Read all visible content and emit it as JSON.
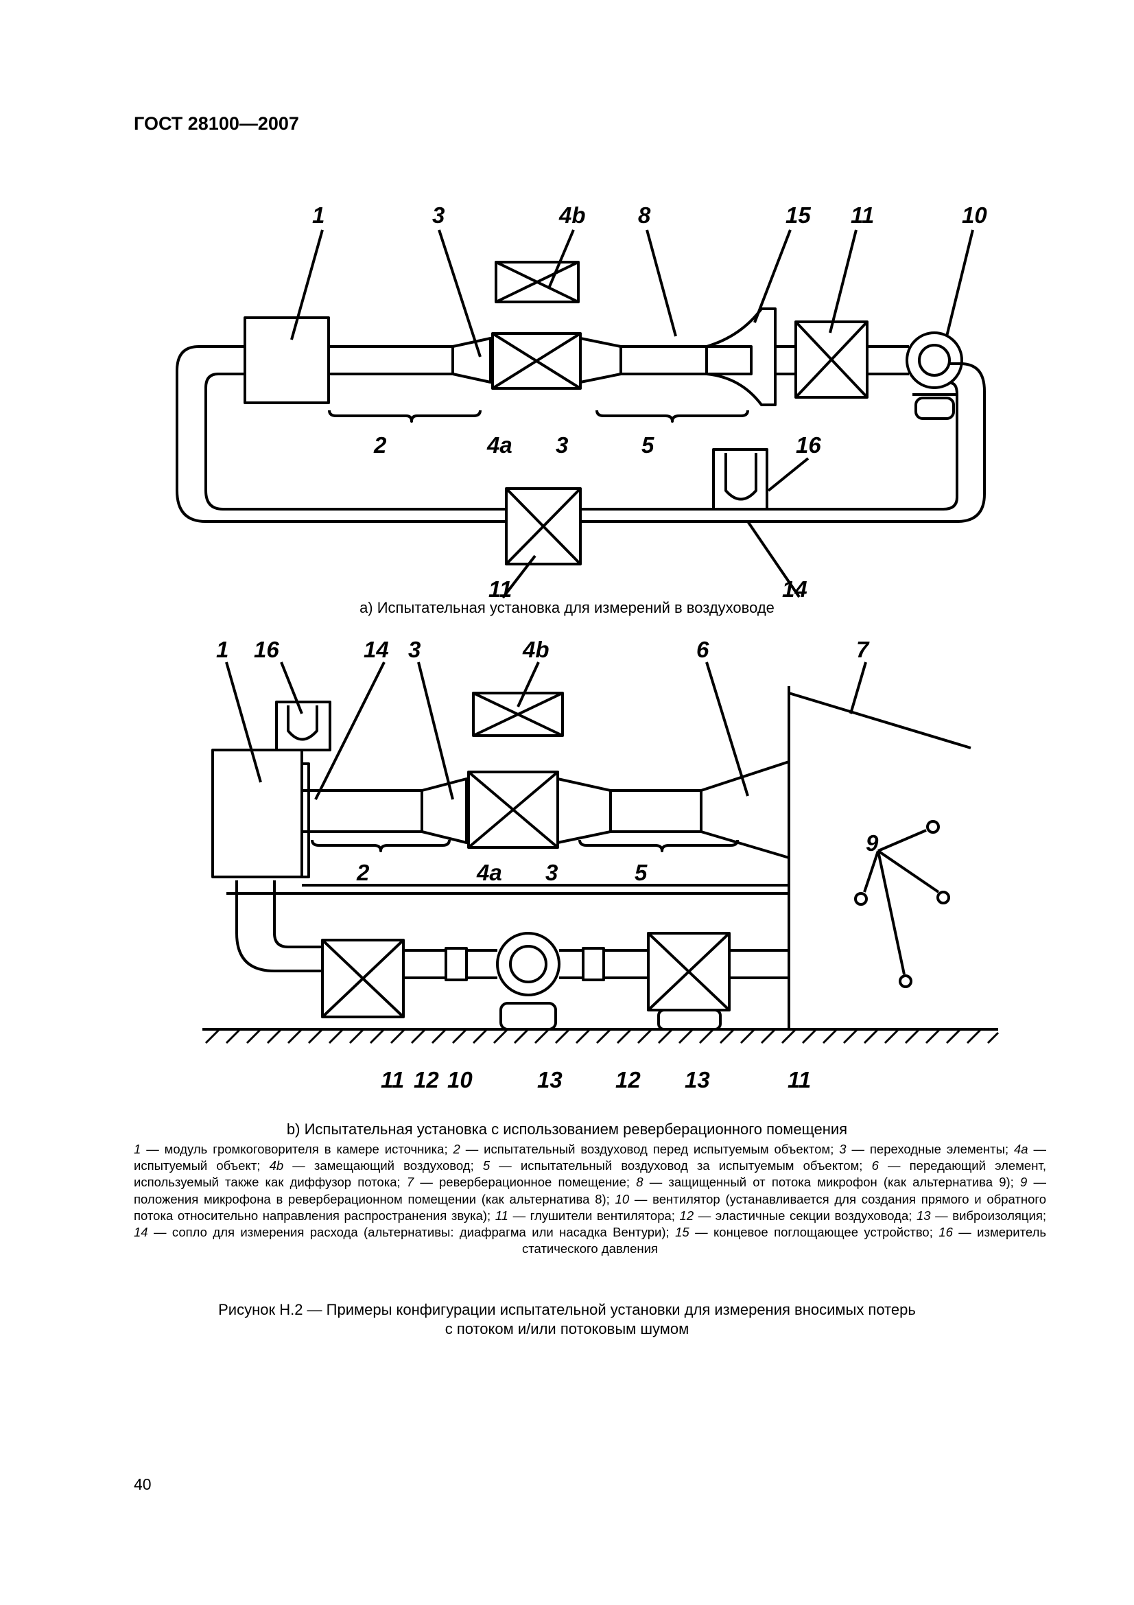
{
  "header": {
    "doc_id": "ГОСТ 28100—2007"
  },
  "figure_a": {
    "caption": "a)  Испытательная установка для измерений в воздуховоде",
    "labels": [
      "1",
      "3",
      "4b",
      "8",
      "15",
      "11",
      "10",
      "2",
      "4a",
      "3",
      "5",
      "16",
      "11",
      "14"
    ]
  },
  "figure_b": {
    "caption": "b)  Испытательная установка с использованием реверберационного помещения",
    "labels": [
      "1",
      "16",
      "14",
      "3",
      "4b",
      "6",
      "7",
      "9",
      "2",
      "4a",
      "3",
      "5",
      "11",
      "12",
      "10",
      "13",
      "12",
      "13",
      "11"
    ]
  },
  "legend": {
    "items": [
      {
        "num": "1",
        "text": " — модуль громкоговорителя в камере источника; "
      },
      {
        "num": "2",
        "text": " — испытательный воздуховод перед испытуемым объектом; "
      },
      {
        "num": "3",
        "text": " — переходные элементы; "
      },
      {
        "num": "4a",
        "text": " — испытуемый объект; "
      },
      {
        "num": "4b",
        "text": " — замещающий воздуховод; "
      },
      {
        "num": "5",
        "text": " — испытательный воздуховод за испытуемым объектом; "
      },
      {
        "num": "6",
        "text": " — передающий элемент, используемый также как диффузор потока; "
      },
      {
        "num": "7",
        "text": " — реверберационное помещение; "
      },
      {
        "num": "8",
        "text": " — защищенный от потока микрофон (как альтернатива 9); "
      },
      {
        "num": "9",
        "text": " — положения микрофона в реверберационном помещении (как альтернатива 8); "
      },
      {
        "num": "10",
        "text": " — вентилятор (устанавливается для создания прямого и обратного потока относительно направления распространения звука); "
      },
      {
        "num": "11",
        "text": " — глушители вентилятора; "
      },
      {
        "num": "12",
        "text": " — эластичные секции воздуховода; "
      },
      {
        "num": "13",
        "text": " — виброизоляция; "
      },
      {
        "num": "14",
        "text": " — сопло для измерения расхода (альтернативы: диафрагма или насадка Вентури); "
      },
      {
        "num": "15",
        "text": " — концевое поглощающее устройство; "
      },
      {
        "num": "16",
        "text": " — измеритель статического давления"
      }
    ]
  },
  "figure_title": {
    "line1": "Рисунок Н.2 — Примеры конфигурации испытательной установки для измерения вносимых потерь",
    "line2": "с потоком и/или потоковым шумом"
  },
  "page_number": "40"
}
